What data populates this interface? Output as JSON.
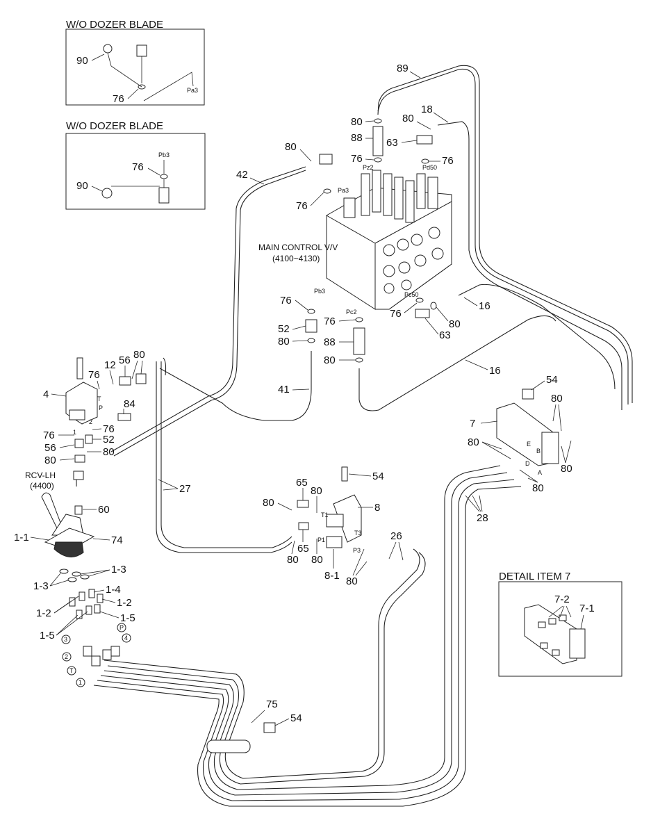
{
  "inset_titles": {
    "top": "W/O DOZER BLADE",
    "second": "W/O DOZER BLADE",
    "detail": "DETAIL ITEM 7"
  },
  "component_labels": {
    "main_control_valve": "MAIN CONTROL V/V",
    "main_control_valve_code": "(4100~4130)",
    "rcv_lh": "RCV-LH",
    "rcv_lh_code": "(4400)"
  },
  "port_labels": {
    "pa3_inset": "Pa3",
    "pb3_inset": "Pb3",
    "pz2": "Pz2",
    "pd50": "Pd50",
    "pa3": "Pa3",
    "pb3": "Pb3",
    "pc2": "Pc2",
    "pc50": "Pc50",
    "t1": "T1",
    "t3": "T3",
    "p1": "P1",
    "p3": "P3",
    "e": "E",
    "b": "B",
    "d": "D",
    "a": "A",
    "t4": "T",
    "p4": "P",
    "one4": "1",
    "two4": "2",
    "circ_3": "3",
    "circ_p": "P",
    "circ_4": "4",
    "circ_2": "2",
    "circ_t": "T",
    "circ_1": "1"
  },
  "callouts": {
    "c90_a": "90",
    "c76_a": "76",
    "c76_b": "76",
    "c90_b": "90",
    "c89": "89",
    "c18": "18",
    "c80_a": "80",
    "c80_b": "80",
    "c88_a": "88",
    "c63_a": "63",
    "c76_c": "76",
    "c76_d": "76",
    "c80_c": "80",
    "c42": "42",
    "c76_e": "76",
    "c76_f": "76",
    "c52_a": "52",
    "c80_d": "80",
    "c88_b": "88",
    "c80_e": "80",
    "c76_g": "76",
    "c41": "41",
    "c76_h": "76",
    "c80_f": "80",
    "c16_a": "16",
    "c63_b": "63",
    "c16_b": "16",
    "c4": "4",
    "c12": "12",
    "c56_a": "56",
    "c80_g": "80",
    "c76_i": "76",
    "c84": "84",
    "c76_j": "76",
    "c76_k": "76",
    "c56_b": "56",
    "c52_b": "52",
    "c80_h": "80",
    "c80_i": "80",
    "c27": "27",
    "c60": "60",
    "c1_1": "1-1",
    "c74": "74",
    "c1_3_a": "1-3",
    "c1_3_b": "1-3",
    "c1_4": "1-4",
    "c1_2_a": "1-2",
    "c1_2_b": "1-2",
    "c1_5_a": "1-5",
    "c1_5_b": "1-5",
    "c54_a": "54",
    "c7": "7",
    "c80_j": "80",
    "c80_k": "80",
    "c80_l": "80",
    "c80_m": "80",
    "c28": "28",
    "c54_b": "54",
    "c65_a": "65",
    "c80_n": "80",
    "c80_o": "80",
    "c8": "8",
    "c26": "26",
    "c80_p": "80",
    "c65_b": "65",
    "c80_q": "80",
    "c8_1": "8-1",
    "c80_r": "80",
    "c75": "75",
    "c54_c": "54",
    "c7_2": "7-2",
    "c7_1": "7-1"
  }
}
